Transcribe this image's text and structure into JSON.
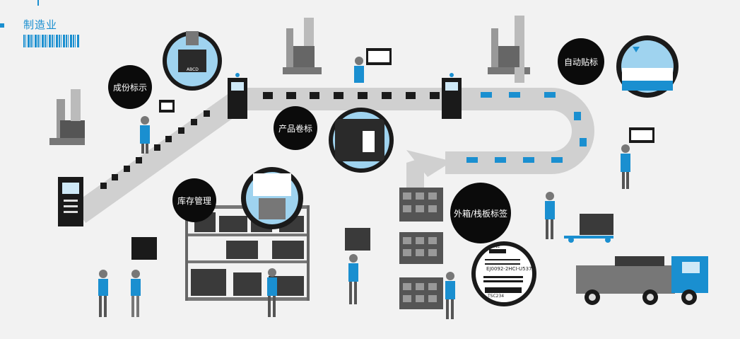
{
  "header": {
    "title": "制造业"
  },
  "labels": {
    "product_marking": "成份标示",
    "auto_labeling": "自动贴标",
    "roll_label": "产品卷标",
    "inventory": "库存管理",
    "pallet_label": "外箱/栈板标签"
  },
  "insets": {
    "box_code": "ABCD",
    "label_line_1": "LINE",
    "label_line_2": "EJ0092-2HCI-U537",
    "label_line_3": "TSC234"
  }
}
